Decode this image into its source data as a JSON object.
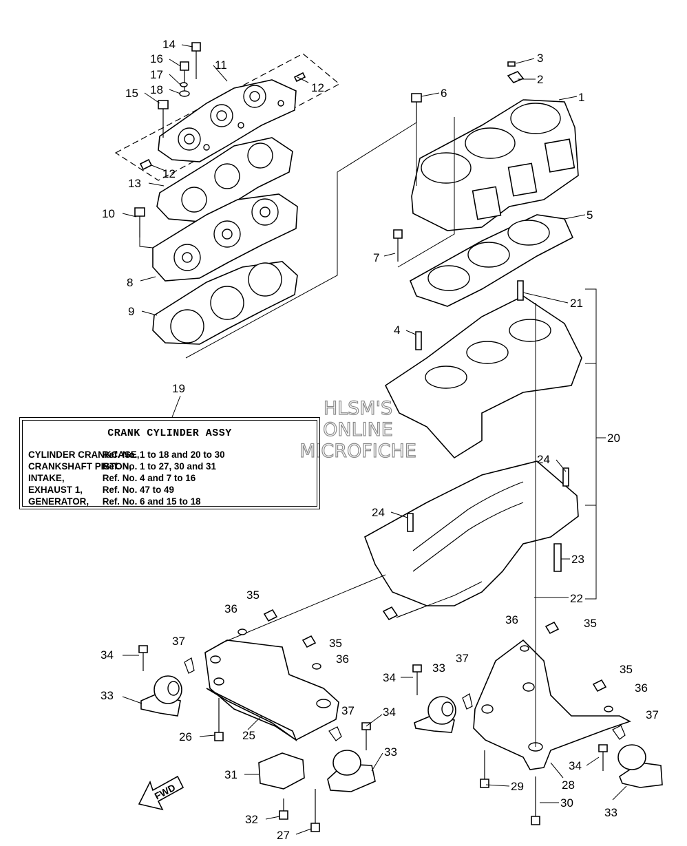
{
  "info_box": {
    "title": "CRANK CYLINDER ASSY",
    "rows": [
      {
        "name": "CYLINDER CRANKCASE,",
        "refs": "Ref. No. 1 to 18 and 20 to 30"
      },
      {
        "name": "CRANKSHAFT PISTON,",
        "refs": "Ref. No. 1 to 27, 30 and 31"
      },
      {
        "name": "INTAKE,",
        "refs": "Ref. No. 4 and 7 to 16"
      },
      {
        "name": "EXHAUST 1,",
        "refs": "Ref. No. 47 to 49"
      },
      {
        "name": "GENERATOR,",
        "refs": "Ref. No. 6 and 15 to 18"
      }
    ]
  },
  "watermark": {
    "line1": "HLSM'S",
    "line2": "ONLINE",
    "line3": "MICROFICHE"
  },
  "fwd_label": "FWD",
  "callouts": {
    "c1": "1",
    "c2": "2",
    "c3": "3",
    "c4": "4",
    "c5": "5",
    "c6": "6",
    "c7": "7",
    "c8": "8",
    "c9": "9",
    "c10": "10",
    "c11": "11",
    "c12a": "12",
    "c12b": "12",
    "c13": "13",
    "c14": "14",
    "c15": "15",
    "c16": "16",
    "c17": "17",
    "c18": "18",
    "c19": "19",
    "c20": "20",
    "c21": "21",
    "c22": "22",
    "c23": "23",
    "c24a": "24",
    "c24b": "24",
    "c25": "25",
    "c26": "26",
    "c27": "27",
    "c28": "28",
    "c29": "29",
    "c30": "30",
    "c31": "31",
    "c32": "32",
    "c33a": "33",
    "c33b": "33",
    "c33c": "33",
    "c33d": "33",
    "c34a": "34",
    "c34b": "34",
    "c34c": "34",
    "c34d": "34",
    "c35a": "35",
    "c35b": "35",
    "c35c": "35",
    "c35d": "35",
    "c36a": "36",
    "c36b": "36",
    "c36c": "36",
    "c36d": "36",
    "c37a": "37",
    "c37b": "37",
    "c37c": "37",
    "c37d": "37"
  }
}
